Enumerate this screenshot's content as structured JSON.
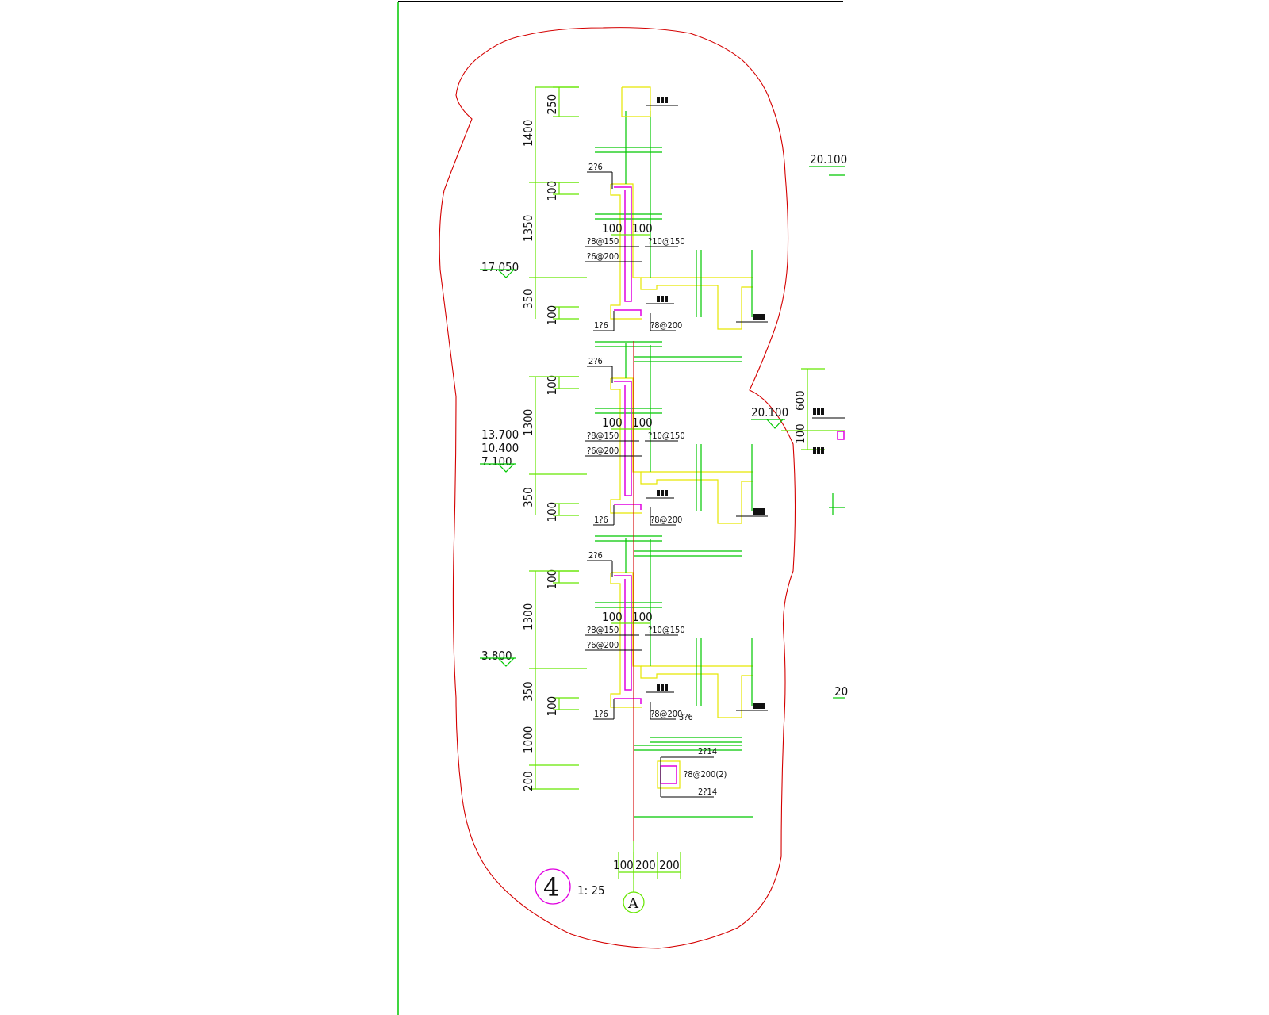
{
  "drawing": {
    "detail_number": "4",
    "scale": "1: 25",
    "axis_label": "A",
    "bottom_dims": [
      "100",
      "200",
      "200"
    ],
    "colors": {
      "outline": "#d40000",
      "dim": "#66e600",
      "rebar": "#e000e0",
      "concrete": "#e6e600",
      "wall": "#00c800"
    },
    "sections": [
      {
        "elevations": [
          "17.050"
        ],
        "dims": [
          {
            "value": "250"
          },
          {
            "value": "1400"
          },
          {
            "value": "100"
          },
          {
            "value": "1350"
          },
          {
            "value": "350"
          },
          {
            "value": "100"
          }
        ],
        "top_bar": "2?6",
        "wall_dims": [
          "100",
          "100"
        ],
        "horiz_bar": "?8@150",
        "vert_bar": "?10@150",
        "dist_bar": "?6@200",
        "slab_bar": "1?6",
        "slab_stirrup": "?8@200"
      },
      {
        "elevations": [
          "13.700",
          "10.400",
          "7.100"
        ],
        "dims": [
          {
            "value": "100"
          },
          {
            "value": "1300"
          },
          {
            "value": "350"
          },
          {
            "value": "100"
          }
        ],
        "top_bar": "2?6",
        "wall_dims": [
          "100",
          "100"
        ],
        "horiz_bar": "?8@150",
        "vert_bar": "?10@150",
        "dist_bar": "?6@200",
        "slab_bar": "1?6",
        "slab_stirrup": "?8@200"
      },
      {
        "elevations": [
          "3.800"
        ],
        "dims": [
          {
            "value": "100"
          },
          {
            "value": "1300"
          },
          {
            "value": "350"
          },
          {
            "value": "100"
          },
          {
            "value": "1000"
          },
          {
            "value": "200"
          }
        ],
        "top_bar": "2?6",
        "wall_dims": [
          "100",
          "100"
        ],
        "horiz_bar": "?8@150",
        "vert_bar": "?10@150",
        "dist_bar": "?6@200",
        "slab_bar": "1?6",
        "slab_stirrup": "?8@200",
        "slab_bar_right": "3?6"
      }
    ],
    "beam": {
      "top": "2?14",
      "stirrup": "?8@200(2)",
      "bottom": "2?14"
    },
    "right_partial": {
      "elev_top": "20.100",
      "elev_mid": "20.100",
      "dim_600": "600",
      "dim_100": "100",
      "cut_text": "20"
    }
  }
}
